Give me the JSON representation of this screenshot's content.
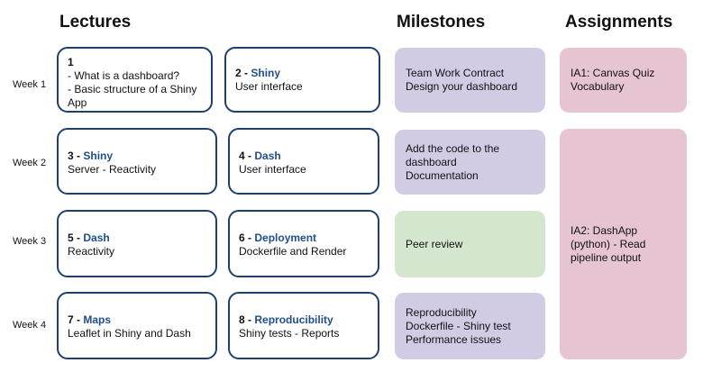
{
  "headers": {
    "lectures": "Lectures",
    "milestones": "Milestones",
    "assignments": "Assignments"
  },
  "weeks": [
    "Week 1",
    "Week 2",
    "Week 3",
    "Week 4"
  ],
  "lectures": [
    {
      "num": "1",
      "sep": "",
      "topic": "",
      "lines": [
        "- What is a dashboard?",
        "- Basic structure of a Shiny",
        "App"
      ]
    },
    {
      "num": "2",
      "sep": " - ",
      "topic": "Shiny",
      "lines": [
        "User interface"
      ]
    },
    {
      "num": "3",
      "sep": " - ",
      "topic": "Shiny",
      "lines": [
        "Server - Reactivity"
      ]
    },
    {
      "num": "4",
      "sep": " - ",
      "topic": "Dash",
      "lines": [
        "User interface"
      ]
    },
    {
      "num": "5",
      "sep": " - ",
      "topic": "Dash",
      "lines": [
        "Reactivity"
      ]
    },
    {
      "num": "6",
      "sep": " - ",
      "topic": "Deployment",
      "lines": [
        "Dockerfile and Render"
      ]
    },
    {
      "num": "7",
      "sep": " - ",
      "topic": "Maps",
      "lines": [
        "Leaflet in Shiny and Dash"
      ]
    },
    {
      "num": "8",
      "sep": " - ",
      "topic": "Reproducibility",
      "lines": [
        "Shiny tests - Reports"
      ]
    }
  ],
  "milestones": [
    {
      "lines": [
        "Team Work Contract",
        "Design your dashboard"
      ],
      "color": "#d2cbe4"
    },
    {
      "lines": [
        "Add the code to the",
        "dashboard",
        "Documentation"
      ],
      "color": "#d2cbe4"
    },
    {
      "lines": [
        "Peer review"
      ],
      "color": "#d5e6cf"
    },
    {
      "lines": [
        "Reproducibility",
        "Dockerfile - Shiny test",
        "Performance issues"
      ],
      "color": "#d2cbe4"
    }
  ],
  "assignments": [
    {
      "lines": [
        "IA1: Canvas Quiz",
        "Vocabulary"
      ],
      "color": "#e6c4d2"
    },
    {
      "lines": [
        "IA2: DashApp",
        "(python) - Read",
        "pipeline output"
      ],
      "color": "#e6c4d2"
    }
  ],
  "colors": {
    "lecture_border": "#1f3f6e",
    "topic_text": "#1f4e8c",
    "milestone_purple": "#d2cbe4",
    "milestone_green": "#d5e6cf",
    "assignment_pink": "#e6c4d2"
  }
}
